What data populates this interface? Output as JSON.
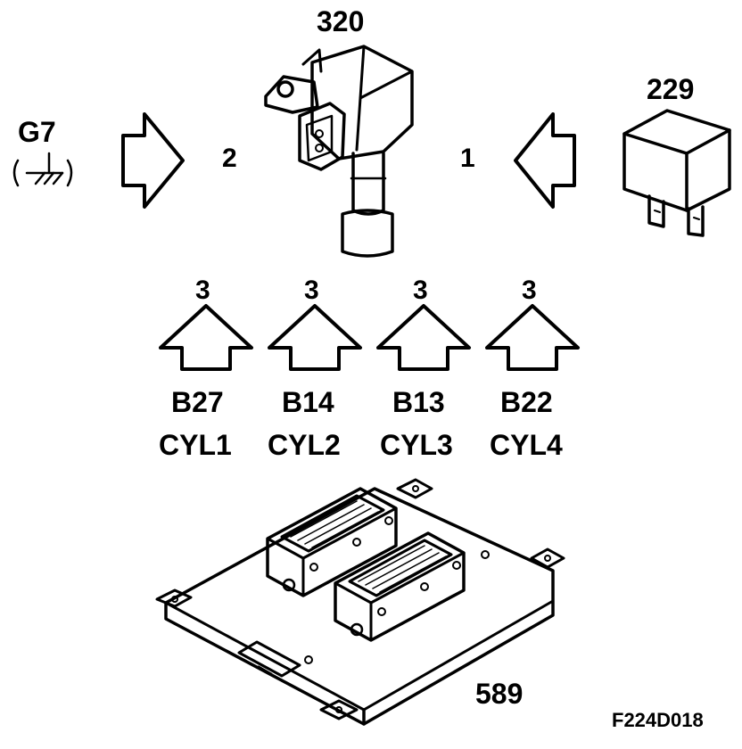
{
  "components": {
    "coil_number": "320",
    "relay_number": "229",
    "ground_label": "G7",
    "ecu_number": "589"
  },
  "arrows": {
    "left_number": "2",
    "right_number": "1"
  },
  "cylinders": [
    {
      "connector_number": "3",
      "pin": "B27",
      "cylinder": "CYL1"
    },
    {
      "connector_number": "3",
      "pin": "B14",
      "cylinder": "CYL2"
    },
    {
      "connector_number": "3",
      "pin": "B13",
      "cylinder": "CYL3"
    },
    {
      "connector_number": "3",
      "pin": "B22",
      "cylinder": "CYL4"
    }
  ],
  "figure_code": "F224D018",
  "colors": {
    "ink": "#000000",
    "background": "#ffffff"
  }
}
